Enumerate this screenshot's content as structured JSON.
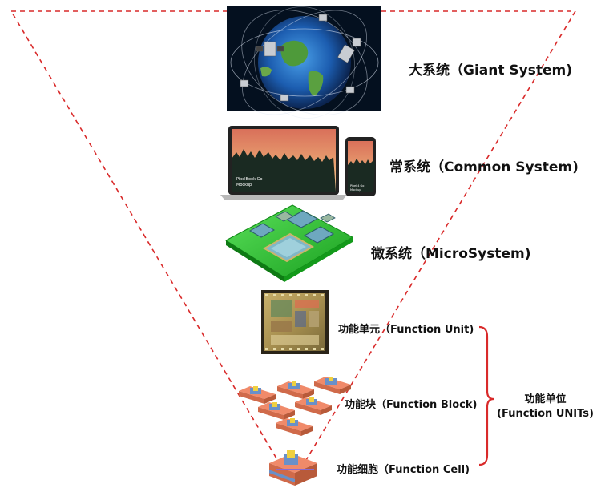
{
  "levels": [
    {
      "label": "大系统（Giant System)",
      "image": "earth-satellites"
    },
    {
      "label": "常系统（Common System)",
      "image": "laptop-and-phone"
    },
    {
      "label": "微系统（MicroSystem)",
      "image": "microsystem-chip-board"
    },
    {
      "label": "功能单元（Function Unit)",
      "image": "die-photo"
    },
    {
      "label": "功能块（Function Block)",
      "image": "transistor-blocks"
    },
    {
      "label": "功能细胞（Function Cell)",
      "image": "single-transistor"
    }
  ],
  "group": {
    "line1": "功能单位",
    "line2": "(Function UNITs)"
  },
  "laptop_text": {
    "line1": "PixelBook Go",
    "line2": "Mockup"
  },
  "phone_text": {
    "line1": "Pixel 4 Go",
    "line2": "Mockup"
  },
  "colors": {
    "dash": "#d92a2a",
    "brace": "#d92a2a",
    "chip_green": "#22c02a",
    "substrate": "#f08a6a"
  }
}
